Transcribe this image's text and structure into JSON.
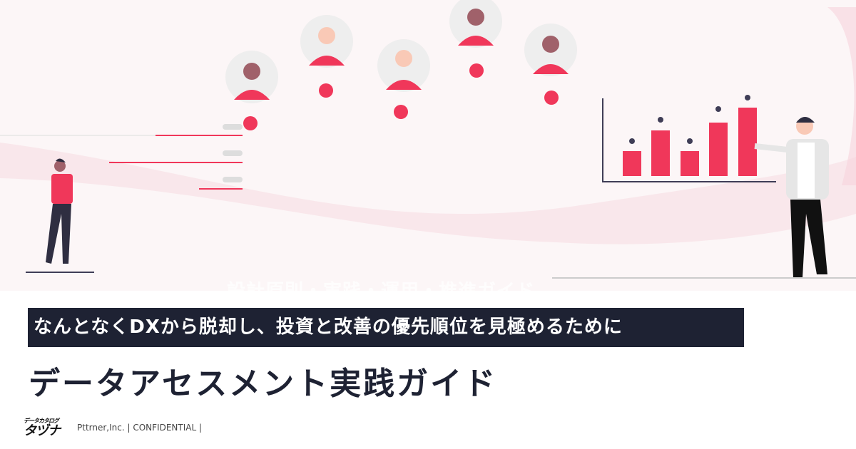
{
  "hero": {
    "faint_text": "設計原則・実践・運用・推進ガイド"
  },
  "subtitle": "なんとなくDXから脱却し、投資と改善の優先順位を見極めるために",
  "title": "データアセスメント実践ガイド",
  "logo": {
    "small": "データカタログ",
    "big": "タヅナ"
  },
  "footer": "Pttrner,Inc. | CONFIDENTIAL |",
  "colors": {
    "accent": "#f0375a",
    "dark": "#1e2233",
    "hero_bg": "#fcf6f7"
  }
}
